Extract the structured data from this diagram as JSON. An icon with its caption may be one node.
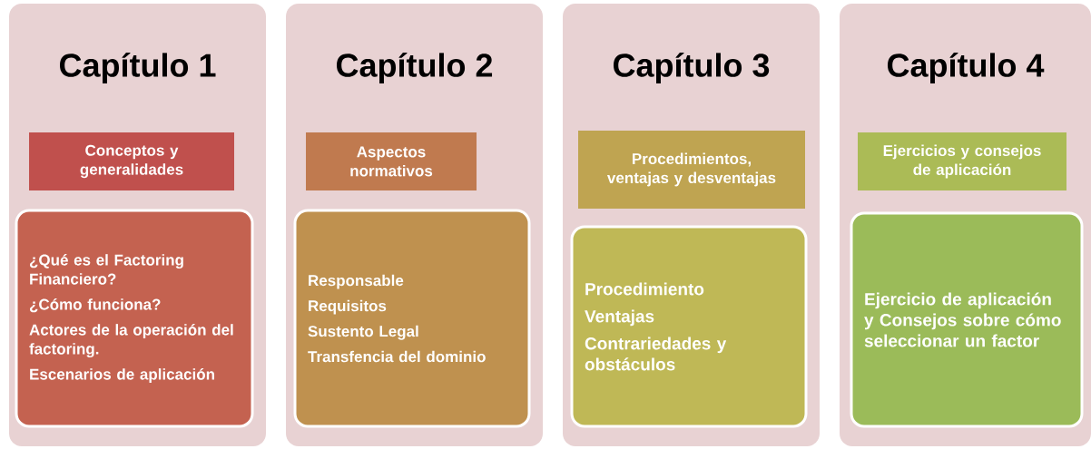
{
  "diagram": {
    "nodes": [
      {
        "text": [
          "Capítulo 1"
        ]
      },
      {
        "text": [
          "Conceptos y generalidades"
        ],
        "in": 0
      },
      {
        "text": [
          "¿Qué es el Factoring Financiero?",
          "¿Cómo funciona?",
          "Actores de la operación del factoring.",
          "Escenarios de aplicación"
        ],
        "in": 0
      },
      {
        "text": [
          "Capítulo 2"
        ]
      },
      {
        "text": [
          "Aspectos normativos"
        ],
        "in": 3
      },
      {
        "text": [
          "Responsable",
          "Requisitos",
          "Sustento Legal",
          "Transfencia del dominio"
        ],
        "in": 3
      },
      {
        "text": [
          "Capítulo 3"
        ]
      },
      {
        "text": [
          "Procedimientos, ventajas y desventajas"
        ],
        "in": 6
      },
      {
        "text": [
          "Procedimiento",
          "Ventajas",
          "Contrariedades y obstáculos"
        ],
        "in": 6
      },
      {
        "text": [
          "Capítulo 4"
        ]
      },
      {
        "text": [
          "Ejercicios y consejos de aplicación"
        ],
        "in": 9
      },
      {
        "text": [
          "Ejercicio de aplicación y Consejos sobre cómo seleccionar un factor"
        ],
        "in": 9
      }
    ]
  }
}
